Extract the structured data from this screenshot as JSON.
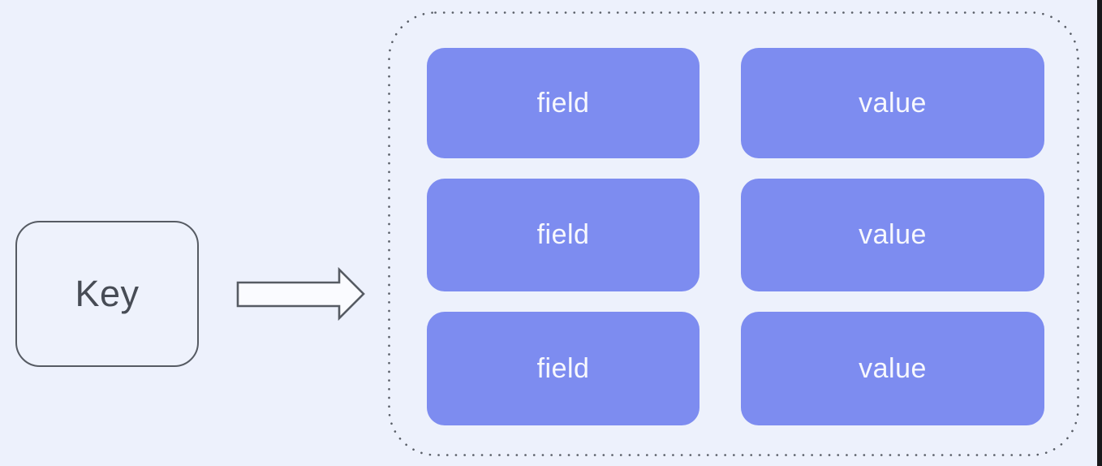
{
  "diagram": {
    "key": {
      "label": "Key"
    },
    "hash": {
      "rows": [
        {
          "field": "field",
          "value": "value"
        },
        {
          "field": "field",
          "value": "value"
        },
        {
          "field": "field",
          "value": "value"
        }
      ]
    },
    "colors": {
      "background": "#edf1fc",
      "cell_fill": "#7d8cf0",
      "cell_text": "#f7f8fd",
      "outline": "#565b63",
      "key_text": "#474c55",
      "edge_bar": "#18181a"
    }
  }
}
